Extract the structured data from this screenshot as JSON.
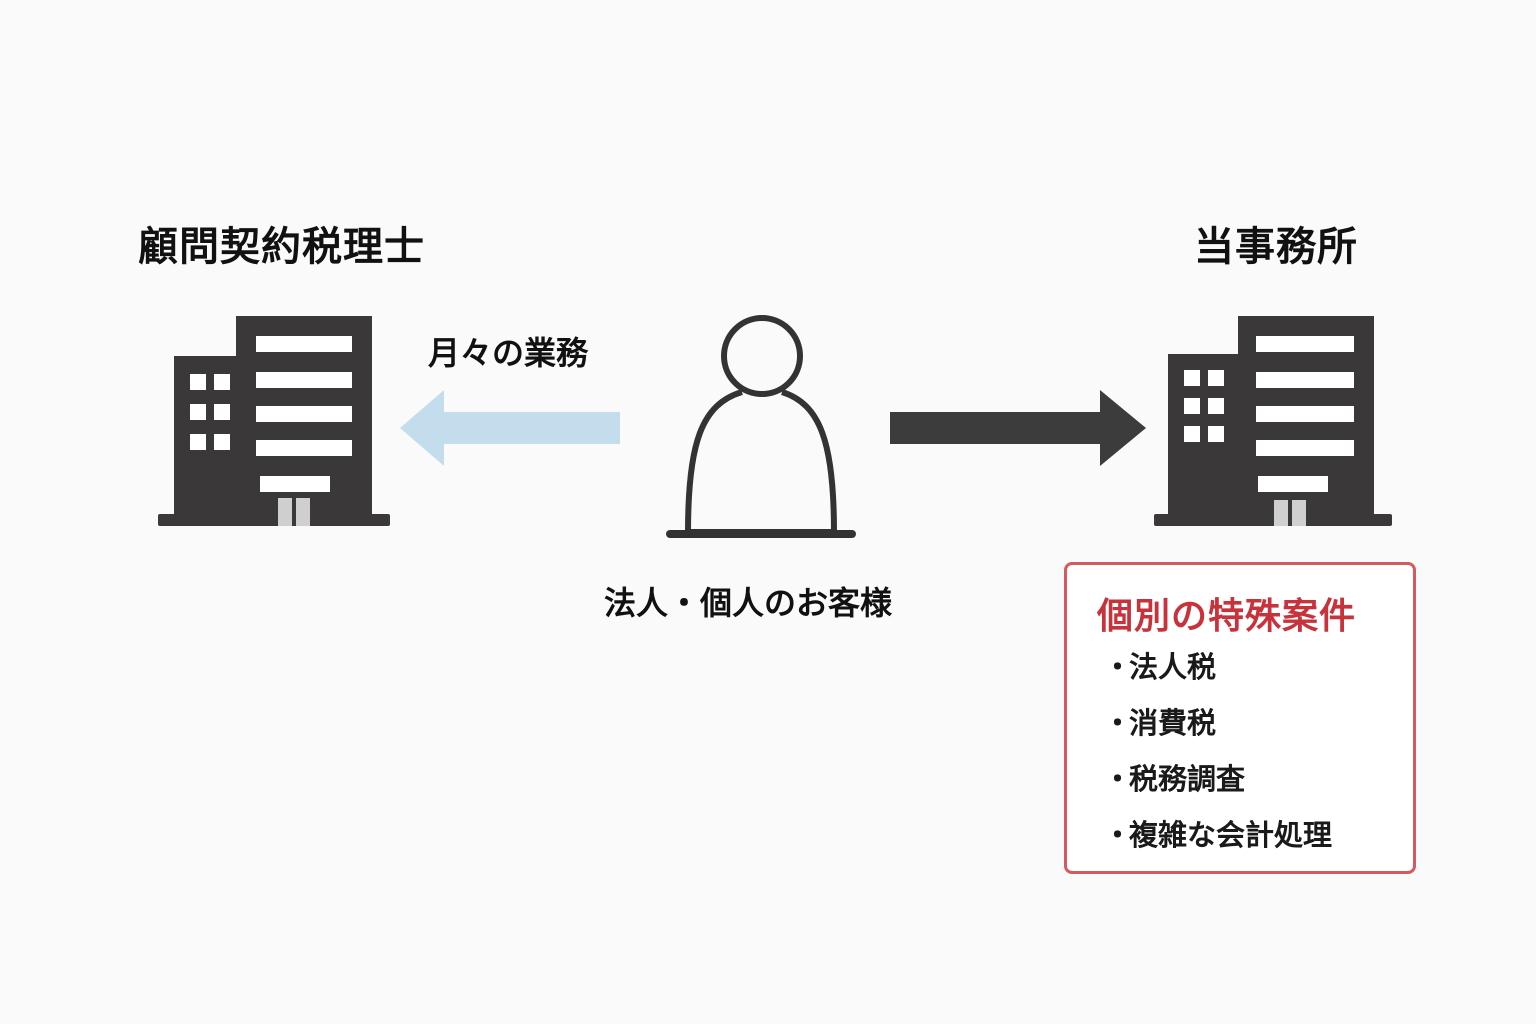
{
  "left_party": {
    "title": "顧問契約税理士",
    "icon": "office-building-icon"
  },
  "right_party": {
    "title": "当事務所",
    "icon": "office-building-icon"
  },
  "customer": {
    "label": "法人・個人のお客様",
    "icon": "person-icon"
  },
  "monthly_flow": {
    "label": "月々の業務",
    "color": "#c3ddec"
  },
  "special_flow": {
    "color": "#3c3c3c"
  },
  "special_cases": {
    "title": "個別の特殊案件",
    "bullet": "・",
    "items": [
      "法人税",
      "消費税",
      "税務調査",
      "複雑な会計処理"
    ],
    "border_color": "#d35a5f",
    "title_color": "#c8323b"
  },
  "colors": {
    "building": "#3a3839",
    "building_window": "#ffffff",
    "door": "#cfcfcf"
  }
}
